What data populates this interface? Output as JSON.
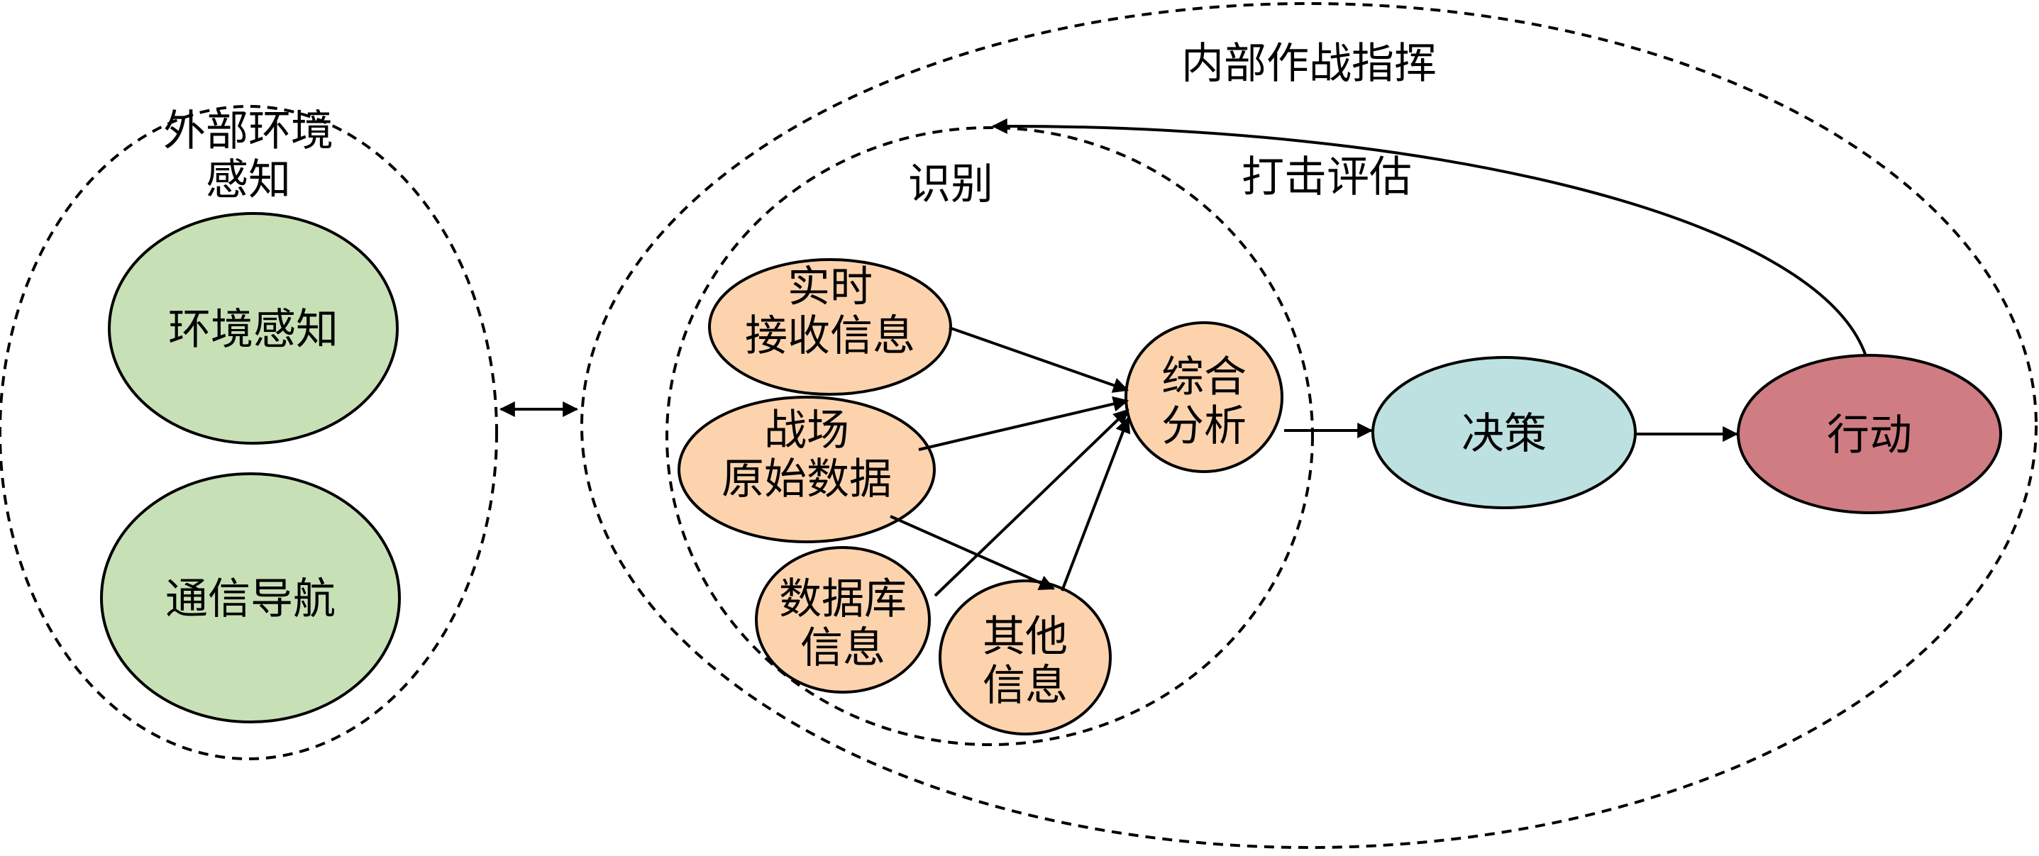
{
  "colors": {
    "green_fill": "#c8e0b6",
    "orange_fill": "#fcd3ad",
    "blue_fill": "#bde1e0",
    "red_fill": "#d07c83",
    "stroke": "#000000"
  },
  "groups": {
    "external": "外部环境\n感知",
    "internal": "内部作战指挥",
    "identify": "识别",
    "assessment": "打击评估"
  },
  "nodes": {
    "env": "环境感知",
    "comm": "通信导航",
    "realtime": "实时\n接收信息",
    "battlefield": "战场\n原始数据",
    "database": "数据库\n信息",
    "other": "其他\n信息",
    "analysis": "综合\n分析",
    "decision": "决策",
    "action": "行动"
  }
}
